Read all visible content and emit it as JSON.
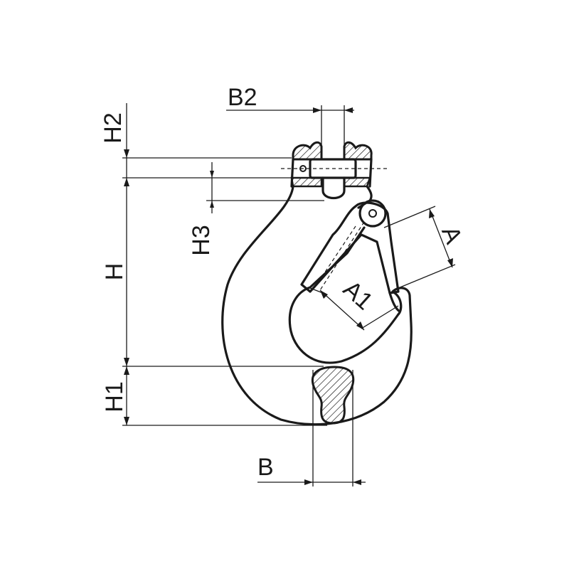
{
  "diagram": {
    "labels": {
      "b2": "B2",
      "h2": "H2",
      "h3": "H3",
      "h": "H",
      "h1": "H1",
      "b": "B",
      "a": "A",
      "a1": "A1"
    }
  }
}
